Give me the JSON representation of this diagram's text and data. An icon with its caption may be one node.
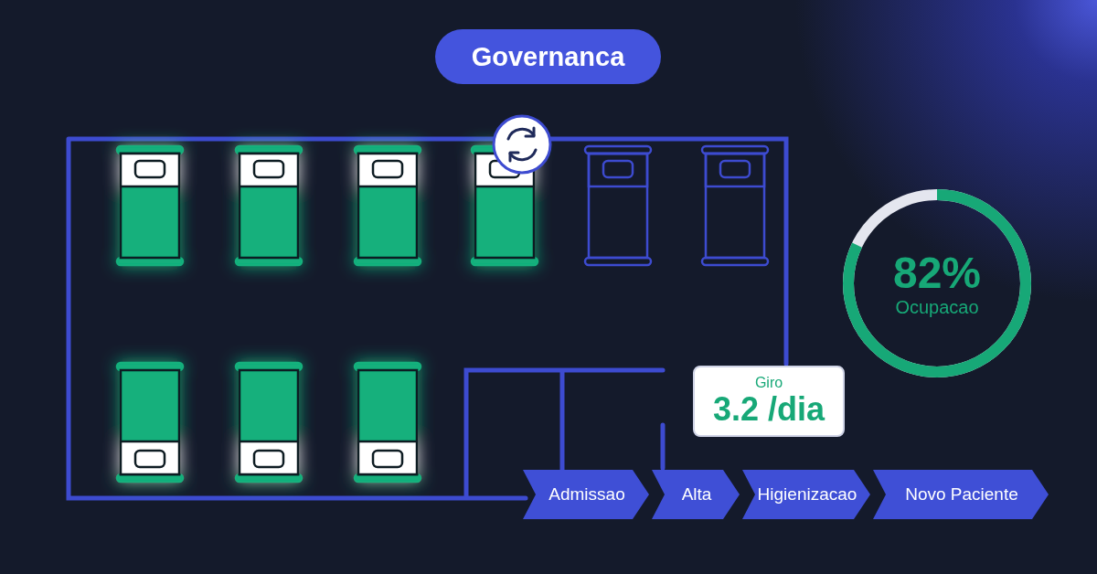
{
  "diagram": {
    "nodes": [
      {
        "text": [
          "Governanca"
        ]
      },
      {
        "text": [
          "82%",
          "Ocupacao"
        ]
      },
      {
        "text": [
          "Giro",
          "3.2 /dia"
        ]
      },
      {
        "text": [
          "Admissao"
        ]
      },
      {
        "text": [
          "Alta"
        ]
      },
      {
        "text": [
          "Higienizacao"
        ]
      },
      {
        "text": [
          "Novo Paciente"
        ]
      }
    ]
  }
}
